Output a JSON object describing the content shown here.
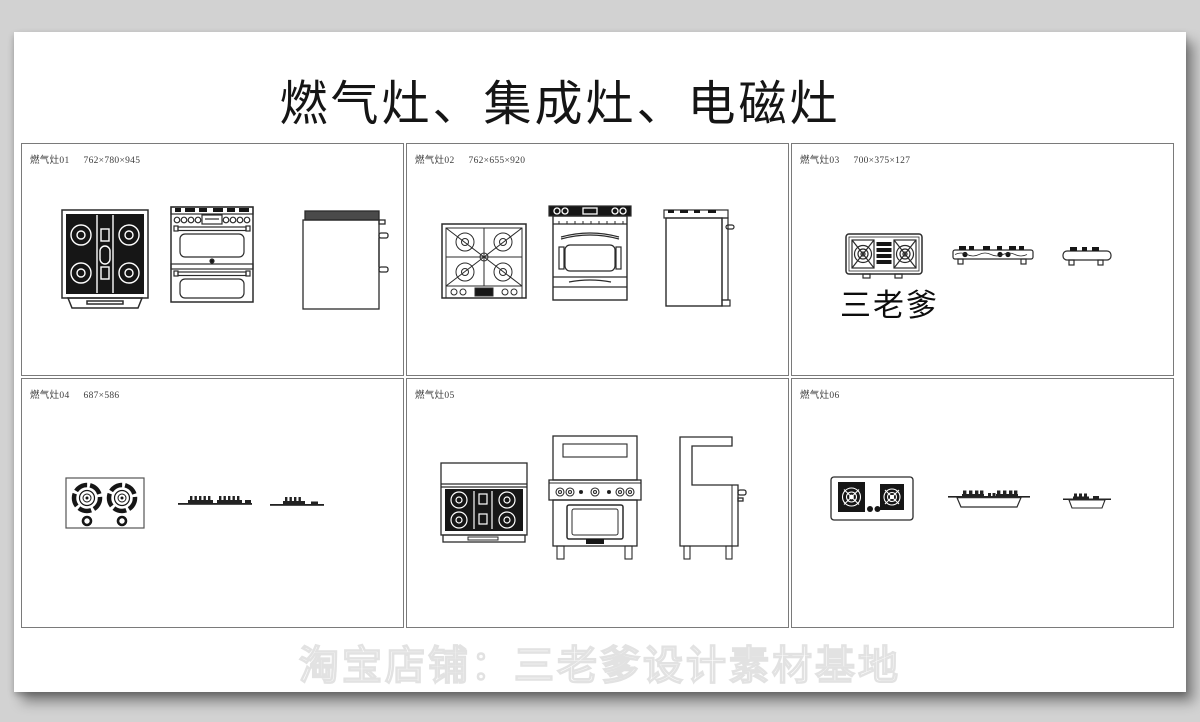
{
  "page": {
    "title": "燃气灶、集成灶、电磁灶",
    "watermark": "淘宝店铺：三老爹设计素材基地",
    "brand_label": "三老爹"
  },
  "colors": {
    "background": "#d2d2d2",
    "paper": "#ffffff",
    "line_art": "#2b2b2b",
    "grid_border": "#7a7a7a",
    "label_text": "#3c3c3c",
    "watermark_fill": "#ffffff",
    "watermark_outline": "#e2e2e2"
  },
  "cells": [
    {
      "name": "燃气灶01",
      "dims": "762×780×945"
    },
    {
      "name": "燃气灶02",
      "dims": "762×655×920"
    },
    {
      "name": "燃气灶03",
      "dims": "700×375×127"
    },
    {
      "name": "燃气灶04",
      "dims": "687×586"
    },
    {
      "name": "燃气灶05",
      "dims": ""
    },
    {
      "name": "燃气灶06",
      "dims": ""
    }
  ]
}
